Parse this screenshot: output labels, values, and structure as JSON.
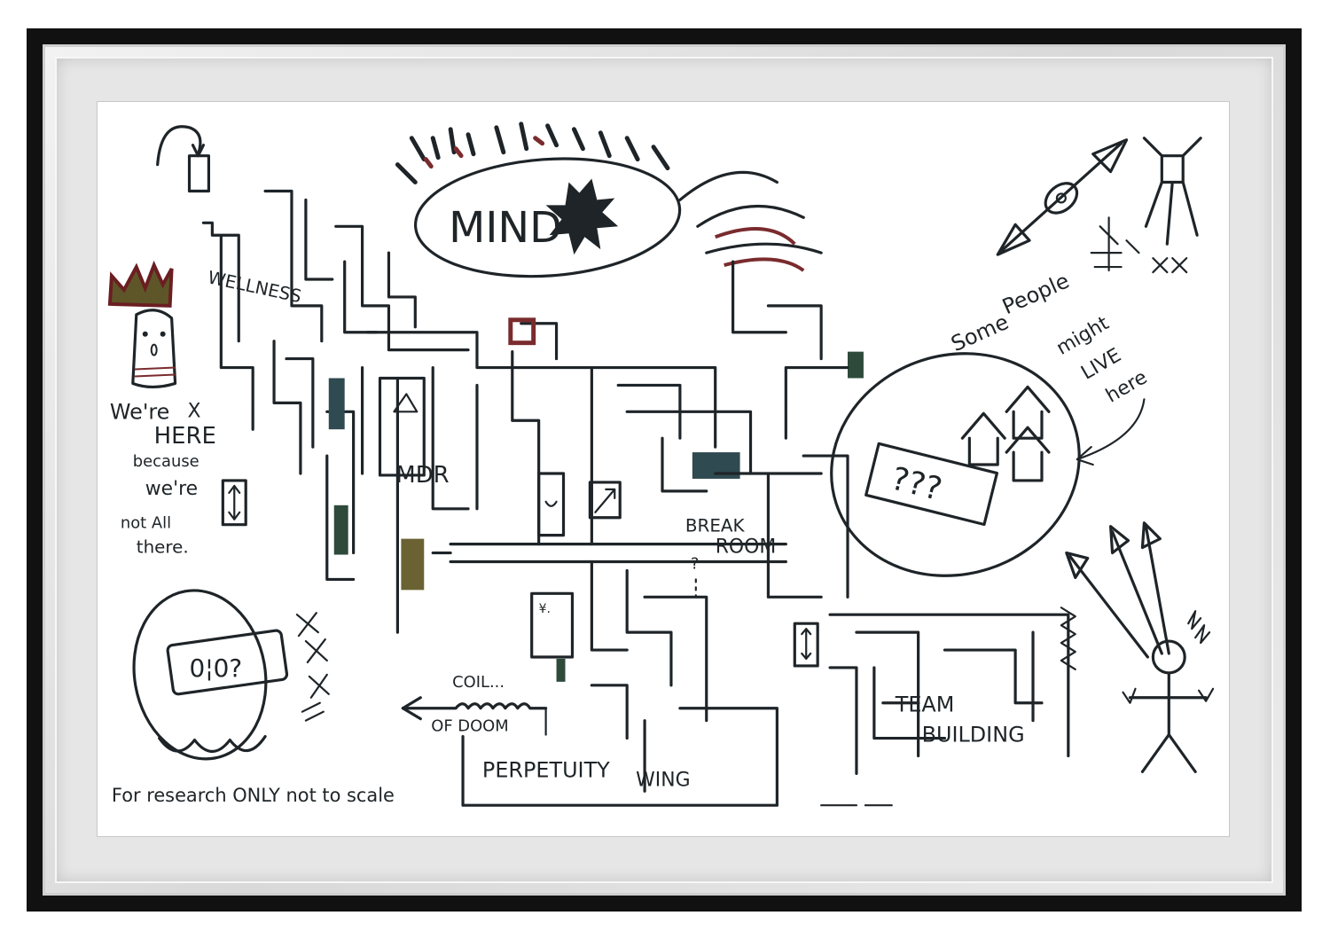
{
  "labels": {
    "mind": "MIND",
    "wellness": "WELLNESS",
    "mdr": "MDR",
    "break": "BREAK",
    "room": "ROOM",
    "team": "TEAM",
    "building": "BUILDING",
    "perpetuity": "PERPETUITY",
    "wing": "WING",
    "coil": "COIL...",
    "of_doom": "OF DOOM",
    "qqq": "???",
    "qmark": "?",
    "oio": "0¦0?",
    "scale_note": "For research ONLY not to scale",
    "some": "Some",
    "people": "People",
    "might": "might",
    "live": "LIVE",
    "here": "here",
    "left_note_1": "We're",
    "left_note_x": "X",
    "left_note_2": "HERE",
    "left_note_3": "because",
    "left_note_4": "we're",
    "left_note_5": "not All",
    "left_note_6": "there."
  },
  "colors": {
    "ink": "#1e2428",
    "red_accent": "#7a2b2e",
    "green_accent": "#2e4a3a",
    "olive_accent": "#6b6233",
    "teal_accent": "#2f4a50",
    "crown_fill": "#5e5628",
    "crown_stroke": "#6b1e22",
    "frame": "#111111",
    "mat": "#e3e3e3"
  }
}
